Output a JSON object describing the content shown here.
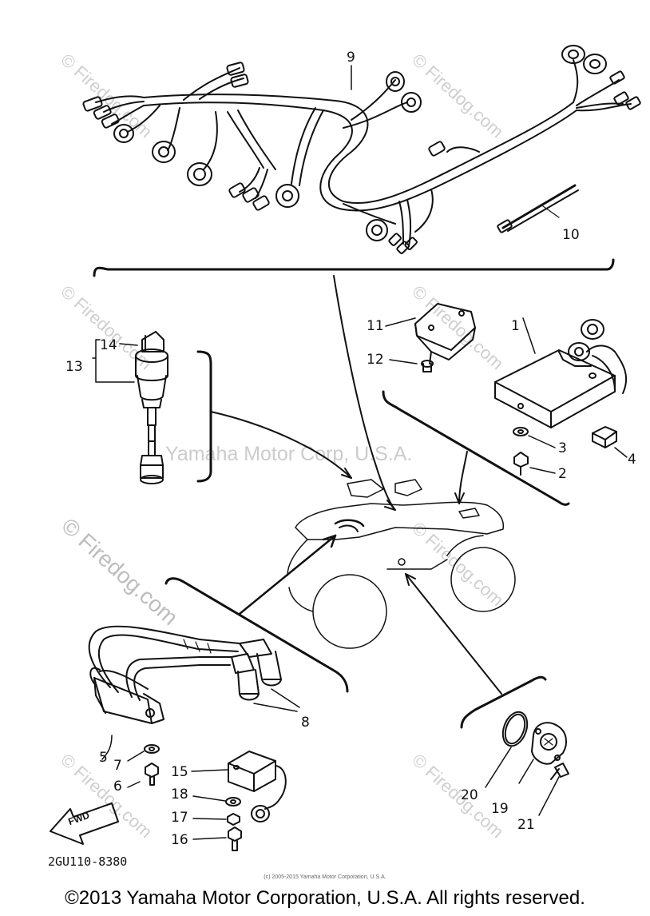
{
  "watermarks": {
    "diagonal": "© Firedog.com",
    "center": "Yamaha Motor Corp, U.S.A."
  },
  "callouts": {
    "c1": "1",
    "c2": "2",
    "c3": "3",
    "c4": "4",
    "c5": "5",
    "c6": "6",
    "c7": "7",
    "c8": "8",
    "c9": "9",
    "c10": "10",
    "c11": "11",
    "c12": "12",
    "c13": "13",
    "c14": "14",
    "c15": "15",
    "c16": "16",
    "c17": "17",
    "c18": "18",
    "c19": "19",
    "c20": "20",
    "c21": "21"
  },
  "fwd_label": "FWD",
  "part_code": "2GU110-8380",
  "small_copyright": "(c) 2005-2015 Yamaha Motor Corporation, U.S.A.",
  "footer": "©2013 Yamaha Motor Corporation, U.S.A. All rights reserved.",
  "colors": {
    "line": "#111111",
    "watermark": "#cfcfcf"
  }
}
